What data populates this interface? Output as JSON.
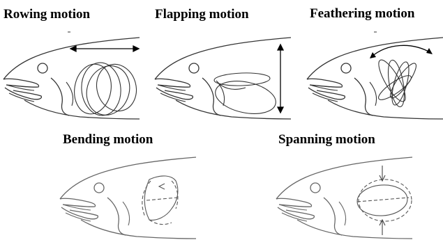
{
  "panels": [
    {
      "id": "rowing",
      "title": "Rowing motion"
    },
    {
      "id": "flapping",
      "title": "Flapping motion"
    },
    {
      "id": "feathering",
      "title": "Feathering motion"
    },
    {
      "id": "bending",
      "title": "Bending motion"
    },
    {
      "id": "spanning",
      "title": "Spanning motion"
    }
  ]
}
